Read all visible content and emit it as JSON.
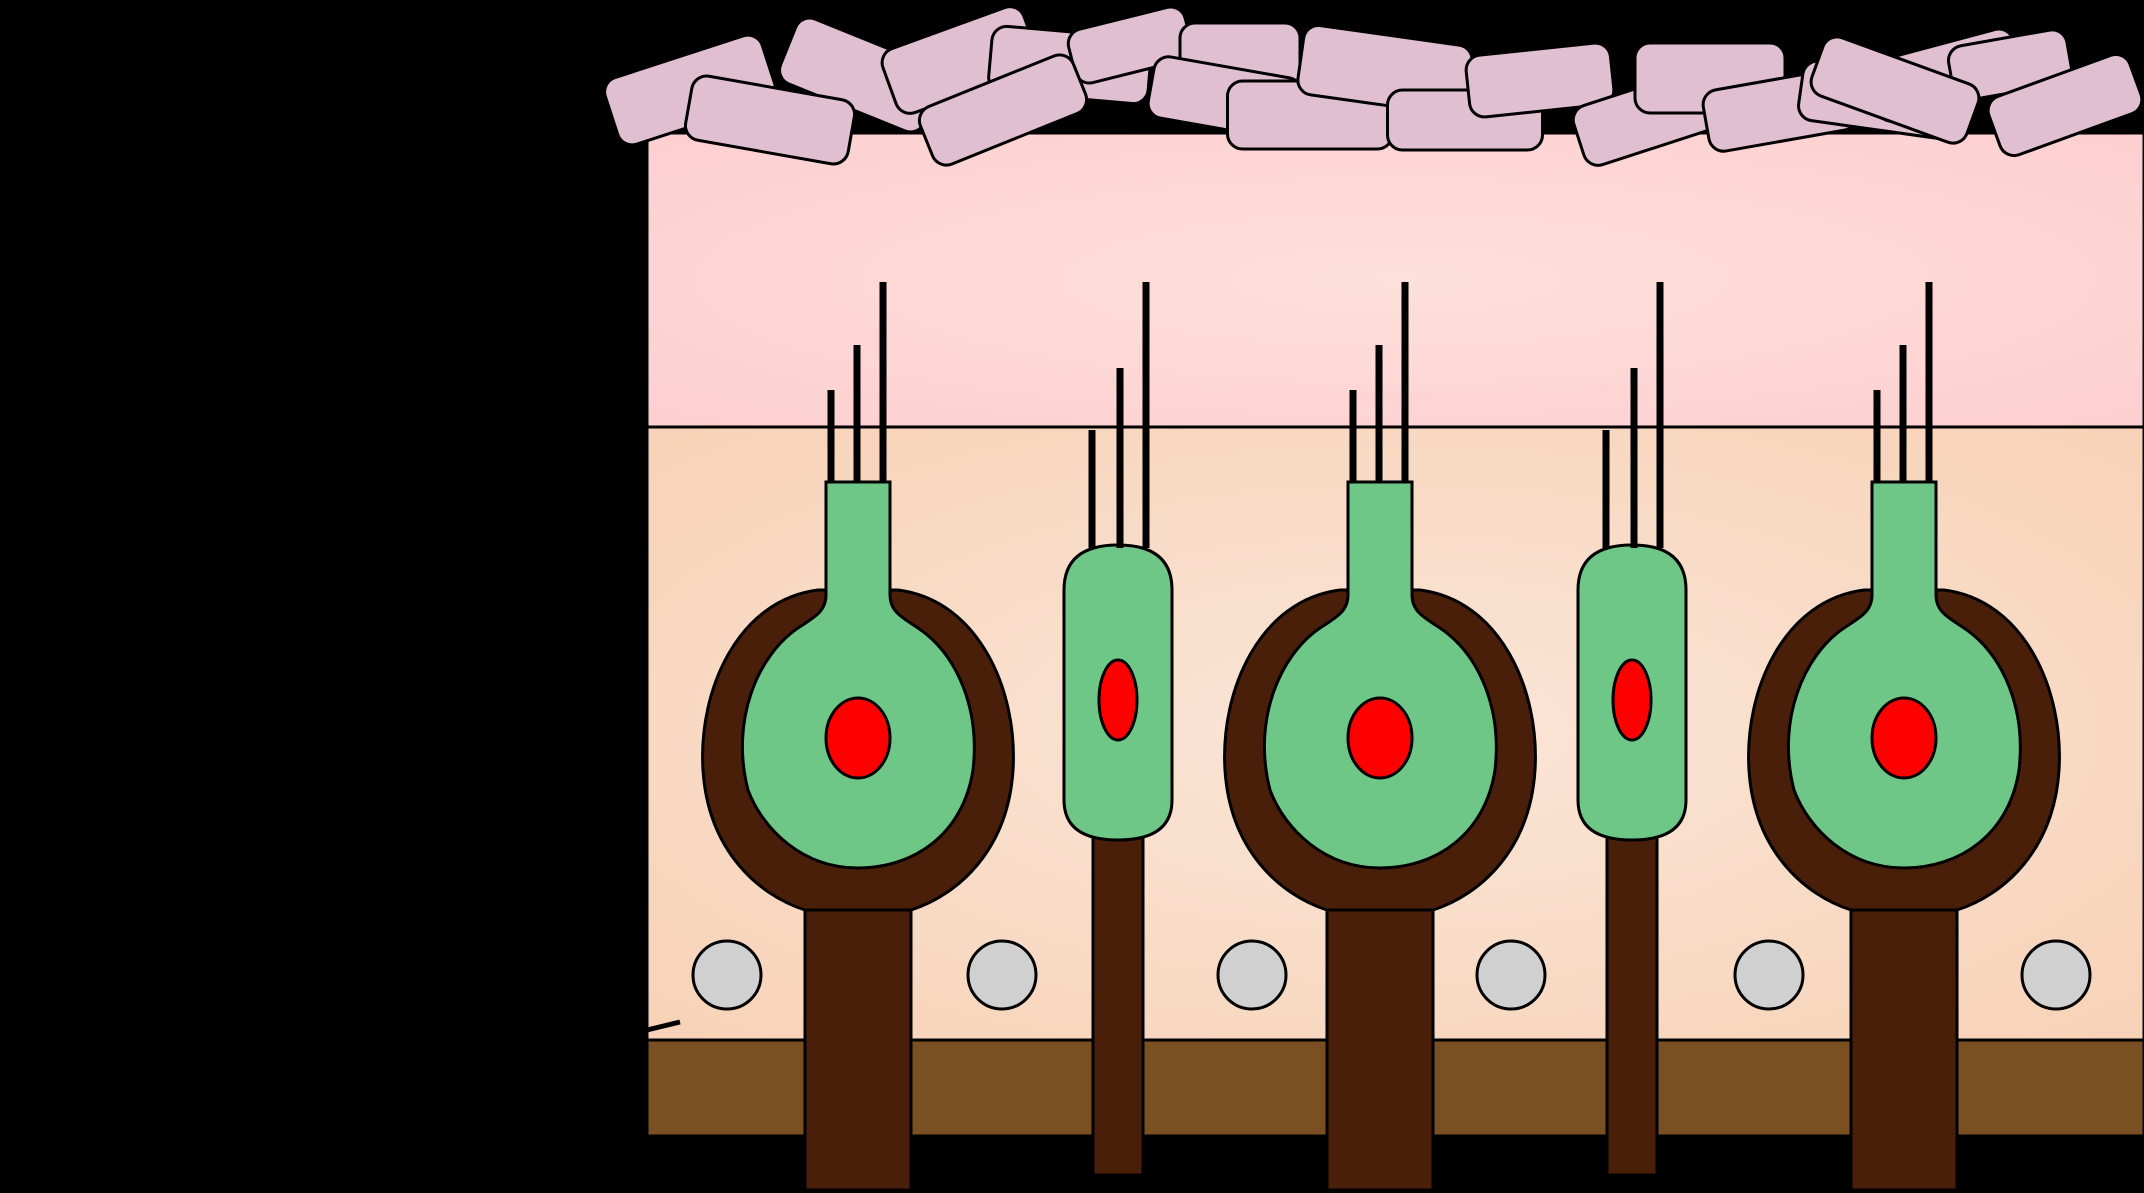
{
  "diagram": {
    "type": "vestibular-sensory-epithelium",
    "labels": [],
    "colors": {
      "background": "#000000",
      "otoconia": "#e0bfd1",
      "otolithic_membrane": "#fdd4d4",
      "epithelium": "#f8d8c0",
      "basement_membrane": "#7a4f22",
      "hair_cell": "#6ec786",
      "nucleus": "#ff0000",
      "nerve_calyx": "#4a1f0a",
      "supporting_nucleus": "#d0d0d0",
      "outline": "#000000"
    },
    "hair_cells": [
      {
        "type": "I",
        "icon": "type-1-hair-cell-with-calyx"
      },
      {
        "type": "II",
        "icon": "type-2-hair-cell-with-bouton"
      },
      {
        "type": "I",
        "icon": "type-1-hair-cell-with-calyx"
      },
      {
        "type": "II",
        "icon": "type-2-hair-cell-with-bouton"
      },
      {
        "type": "I",
        "icon": "type-1-hair-cell-with-calyx"
      }
    ],
    "supporting_cell_count": 6,
    "otoconia_count": 21
  }
}
